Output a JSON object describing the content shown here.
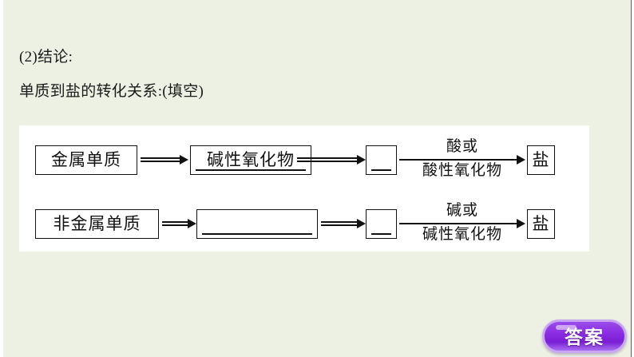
{
  "slide": {
    "background_color": "#ecf1e3",
    "panel_color": "#ffffff",
    "ink_color": "#111111"
  },
  "heading": {
    "conclusion_line": "(2)结论:",
    "relation_line": "单质到盐的转化关系:(填空)"
  },
  "diagram": {
    "rows": [
      {
        "id": "metal",
        "start_label": "金属单质",
        "second_label": "碱性氧化物",
        "second_is_blank_underlined": true,
        "third_label": "",
        "third_is_blank": true,
        "arrow_label_above": "酸或",
        "arrow_label_below": "酸性氧化物",
        "end_label": "盐"
      },
      {
        "id": "nonmetal",
        "start_label": "非金属单质",
        "second_label": "",
        "second_is_blank_underlined": true,
        "third_label": "",
        "third_is_blank": true,
        "arrow_label_above": "碱或",
        "arrow_label_below": "碱性氧化物",
        "end_label": "盐"
      }
    ]
  },
  "answer_button": {
    "label": "答案",
    "accent_color": "#8a2be2",
    "border_color": "#c9a6f2"
  }
}
